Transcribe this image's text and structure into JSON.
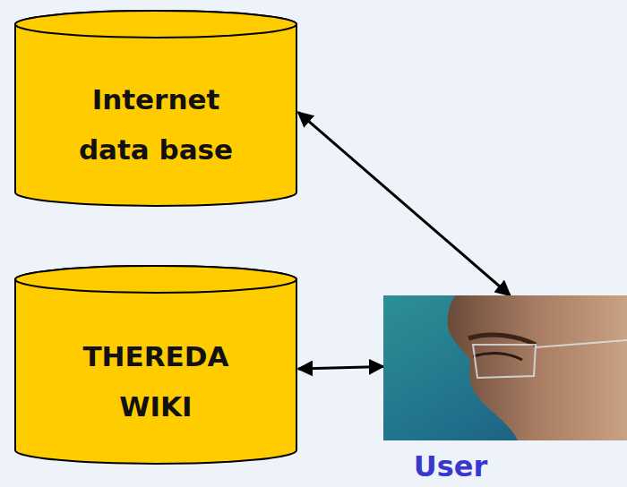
{
  "diagram": {
    "nodes": [
      {
        "text": [
          "Internet data base"
        ]
      },
      {
        "text": [
          "THEREDA WIKI"
        ]
      },
      {
        "text": [
          "User"
        ]
      }
    ],
    "edges": [
      {
        "from": 2,
        "to": 0,
        "arrow": "both"
      },
      {
        "from": 1,
        "to": 2,
        "arrow": "both"
      }
    ]
  }
}
